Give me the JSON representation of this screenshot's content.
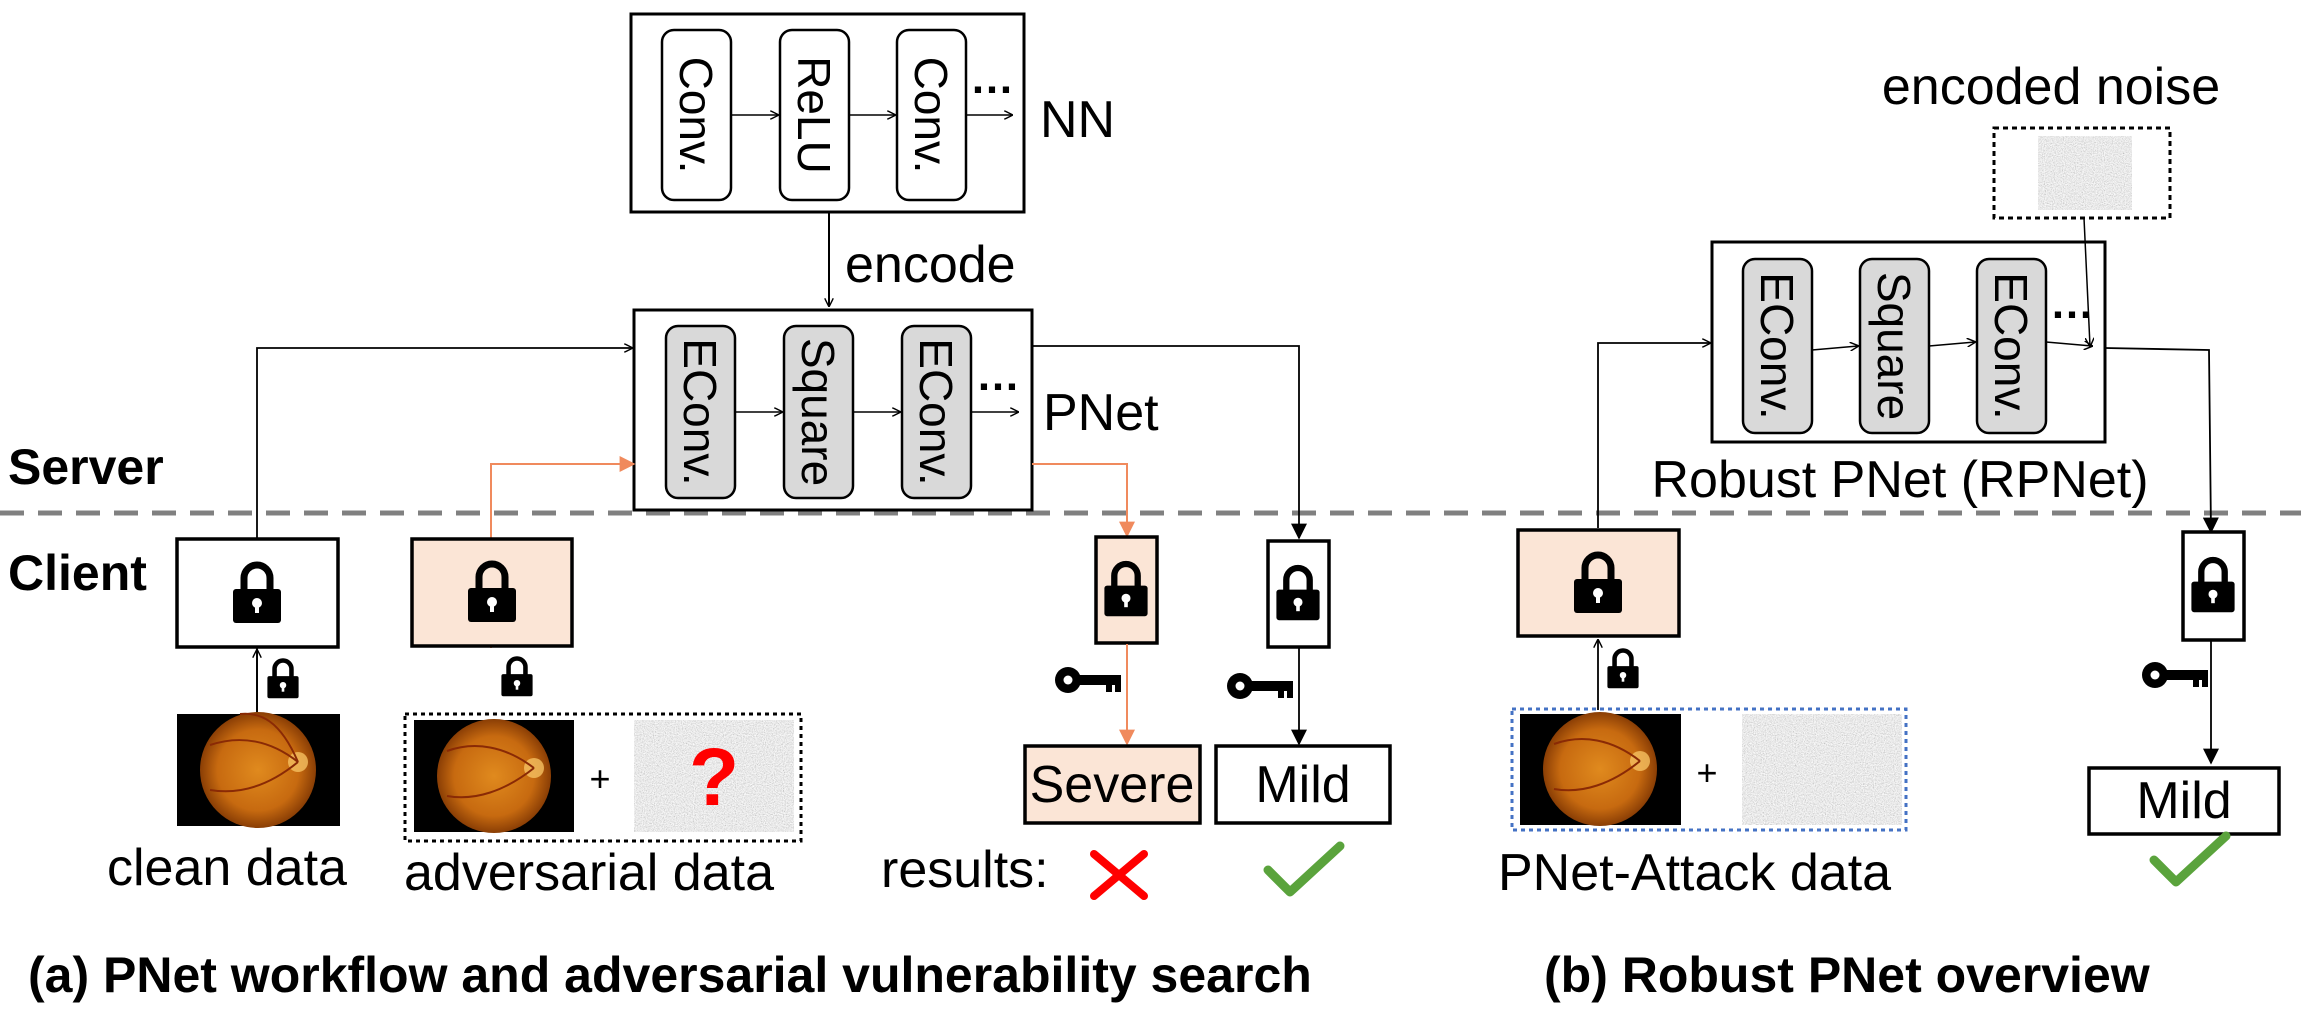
{
  "nn_block": {
    "layers": [
      "Conv.",
      "ReLU",
      "Conv."
    ],
    "ellipsis": "…",
    "label": "NN"
  },
  "encode_label": "encode",
  "pnet_block": {
    "layers": [
      "EConv.",
      "Square",
      "EConv."
    ],
    "ellipsis": "…",
    "label": "PNet"
  },
  "rpnet_block": {
    "layers": [
      "EConv.",
      "Square",
      "EConv."
    ],
    "ellipsis": "…",
    "label": "Robust PNet (RPNet)"
  },
  "encoded_noise_label": "encoded noise",
  "regions": {
    "server": "Server",
    "client": "Client"
  },
  "data_labels": {
    "clean": "clean data",
    "adversarial": "adversarial data",
    "pnet_attack": "PNet-Attack data"
  },
  "plus": "+",
  "question_mark": "?",
  "results": {
    "label": "results:",
    "severe": "Severe",
    "mild_a": "Mild",
    "mild_b": "Mild"
  },
  "captions": {
    "a": "(a) PNet workflow and adversarial vulnerability search",
    "b": "(b) Robust PNet overview"
  },
  "colors": {
    "orange_arrow": "#f08a5d",
    "peach_fill": "#fbe5d6",
    "gray_layer": "#d9d9d9",
    "cross_red": "#ff0000",
    "check_green": "#5aa33c",
    "dashed_divider": "#808080",
    "blue_dotted": "#4472c4"
  },
  "icons": [
    "lock-icon",
    "key-icon",
    "cross-icon",
    "check-icon",
    "question-icon",
    "fundus-image",
    "noise-image"
  ]
}
